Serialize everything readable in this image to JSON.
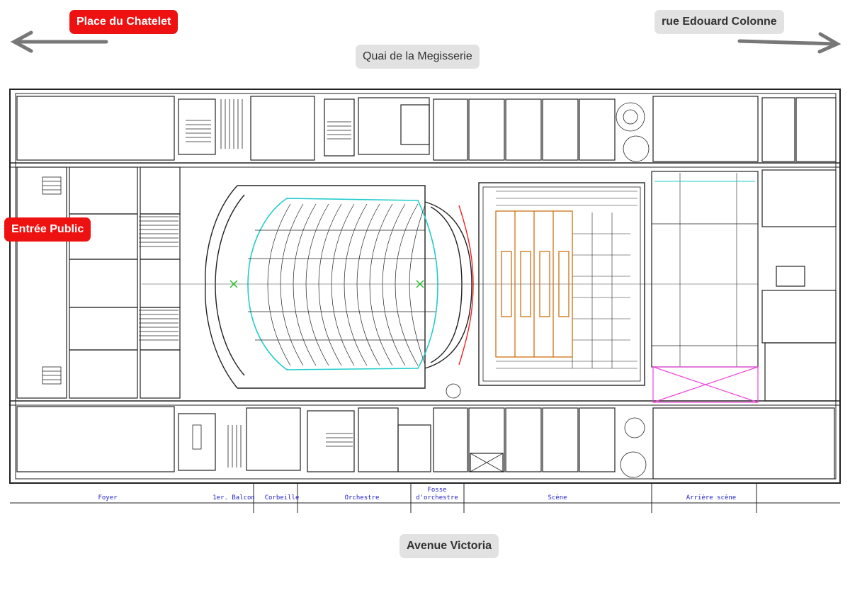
{
  "streets": {
    "place_du_chatelet": "Place du Chatelet",
    "rue_edouard_colonne": "rue Edouard Colonne",
    "quai_de_la_megisserie": "Quai de la Megisserie",
    "entree_public": "Entrée Public",
    "avenue_victoria": "Avenue Victoria"
  },
  "zones": {
    "foyer": "Foyer",
    "balcon": "1er. Balcon",
    "corbeille": "Corbeille",
    "orchestre": "Orchestre",
    "fosse_line1": "Fosse",
    "fosse_line2": "d'orchestre",
    "scene": "Scène",
    "arriere_scene": "Arrière scène"
  },
  "colors": {
    "label_red": "#ee1111",
    "label_grey": "#e2e2e2",
    "zone_text": "#2222cc",
    "seating_outline": "#22cccc",
    "stage_lifts": "#cc6600",
    "loading_area": "#ee44dd",
    "arrow": "#777777"
  }
}
